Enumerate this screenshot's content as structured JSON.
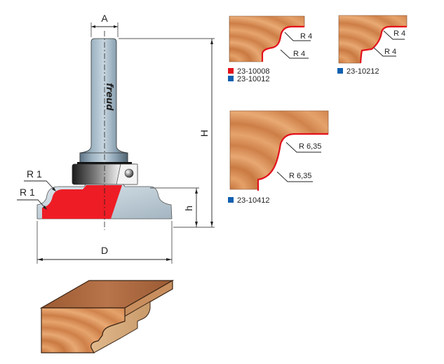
{
  "diagram": {
    "title": "Router bit with bearing — profile drawing",
    "brand_mark": "freud",
    "dimensions": {
      "shank_width_label": "A",
      "total_height_label": "H",
      "cut_height_label": "h",
      "diameter_label": "D",
      "upper_radius_label": "R 1",
      "lower_radius_label": "R 1"
    },
    "profiles": [
      {
        "radius_top": "R 4",
        "radius_bottom": "R 4",
        "codes": [
          {
            "code": "23-10008",
            "color": "#e3111b"
          },
          {
            "code": "23-10012",
            "color": "#1060b0"
          }
        ]
      },
      {
        "radius_top": "R 4",
        "radius_bottom": "R 4",
        "codes": [
          {
            "code": "23-10212",
            "color": "#1060b0"
          }
        ]
      },
      {
        "radius_top": "R 6,35",
        "radius_bottom": "R 6,35",
        "codes": [
          {
            "code": "23-10412",
            "color": "#1060b0"
          }
        ]
      }
    ],
    "colors": {
      "cutter_red": "#e8202a",
      "steel": "#aab8c4",
      "wood": "#d98a52",
      "profile_edge": "#e3111b"
    }
  }
}
